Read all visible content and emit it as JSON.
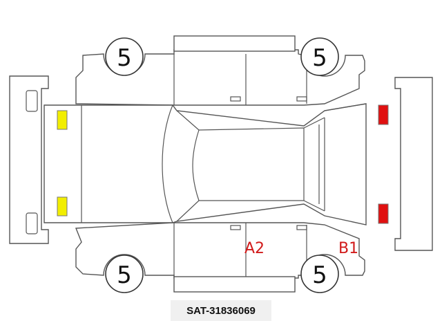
{
  "tires": {
    "front_left": "5",
    "rear_left": "5",
    "front_right": "5",
    "rear_right": "5"
  },
  "damage_codes": {
    "right_side": "A2",
    "rear_right_corner": "B1"
  },
  "stock_number": "SAT-31836069",
  "colors": {
    "front_lamp": "#f2ee00",
    "rear_lamp": "#e01010",
    "damage_text": "#d11a1a"
  }
}
